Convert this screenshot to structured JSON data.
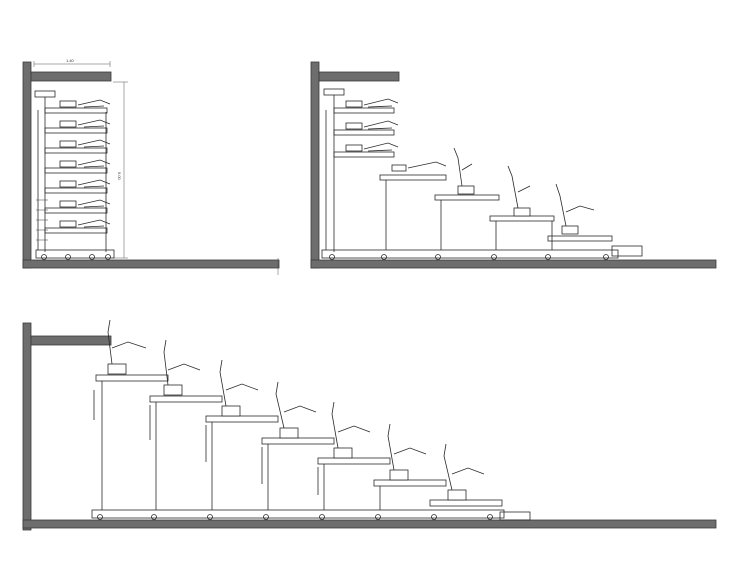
{
  "figure": {
    "panels": [
      {
        "id": "retracted",
        "rows": 7,
        "state": "stacked"
      },
      {
        "id": "partial",
        "rows_extended": 4,
        "rows_stacked": 3,
        "state": "partially-extended"
      },
      {
        "id": "extended",
        "rows": 7,
        "state": "fully-extended"
      }
    ],
    "dimension_labels": {
      "width": "1.40",
      "height": "5.00"
    },
    "colors": {
      "wall": "#6d6d6d",
      "line": "#2a2a2a"
    }
  }
}
